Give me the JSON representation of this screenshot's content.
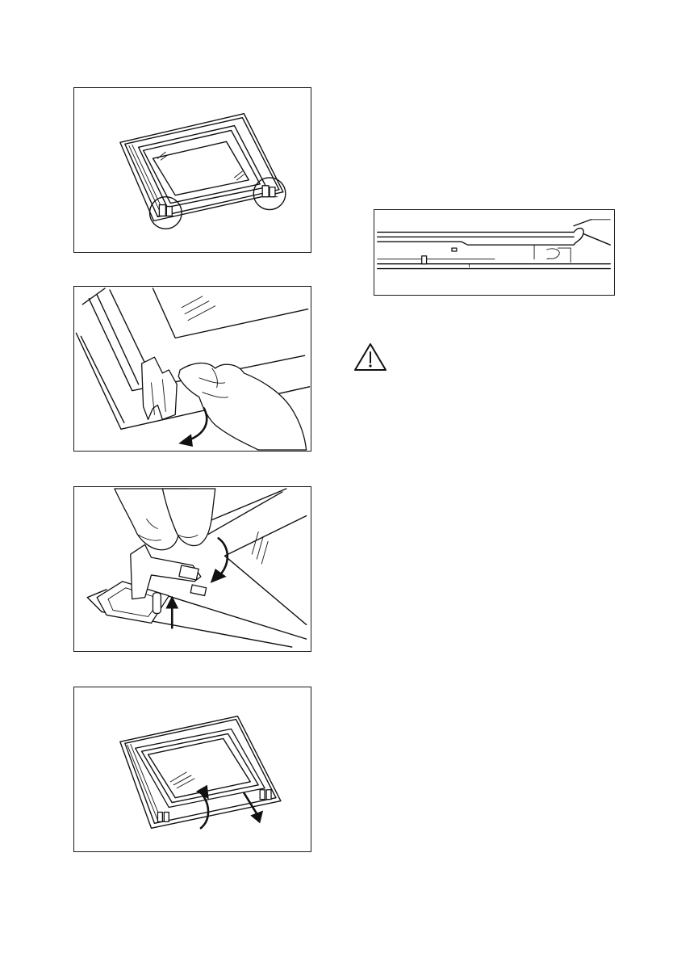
{
  "figures": [
    {
      "id": "step-1",
      "subject": "oven-door-with-hinge-locks-circled"
    },
    {
      "id": "step-2",
      "subject": "hand-rotating-hinge-lock-downward"
    },
    {
      "id": "step-3",
      "subject": "fingers-lifting-hinge-lever"
    },
    {
      "id": "step-4",
      "subject": "inner-glass-panel-lifting-out"
    },
    {
      "id": "detail",
      "subject": "glass-panel-seal-cross-section"
    }
  ],
  "warning": {
    "icon": "warning-triangle-icon",
    "color": "#111111"
  }
}
